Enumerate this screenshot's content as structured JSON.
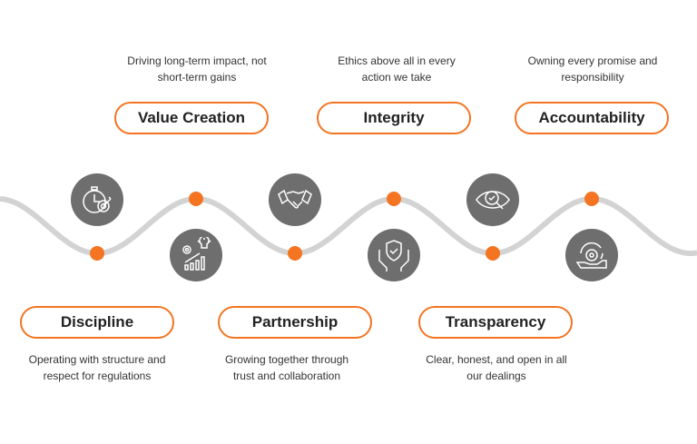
{
  "colors": {
    "accent": "#f47421",
    "wave": "#d3d3d3",
    "icon_bg": "#6e6e6e"
  },
  "values": [
    {
      "title": "Discipline",
      "description_1": "Operating with structure and",
      "description_2": "respect for regulations",
      "icon": "stopwatch-target-icon"
    },
    {
      "title": "Value Creation",
      "description_1": "Driving long-term impact, not",
      "description_2": "short-term gains",
      "icon": "growth-idea-icon"
    },
    {
      "title": "Partnership",
      "description_1": "Growing together through",
      "description_2": "trust and collaboration",
      "icon": "handshake-icon"
    },
    {
      "title": "Integrity",
      "description_1": "Ethics above all in every",
      "description_2": "action we take",
      "icon": "shield-hands-icon"
    },
    {
      "title": "Transparency",
      "description_1": "Clear, honest, and open in all",
      "description_2": "our dealings",
      "icon": "eye-magnifier-icon"
    },
    {
      "title": "Accountability",
      "description_1": "Owning every promise and",
      "description_2": "responsibility",
      "icon": "gear-hand-icon"
    }
  ]
}
